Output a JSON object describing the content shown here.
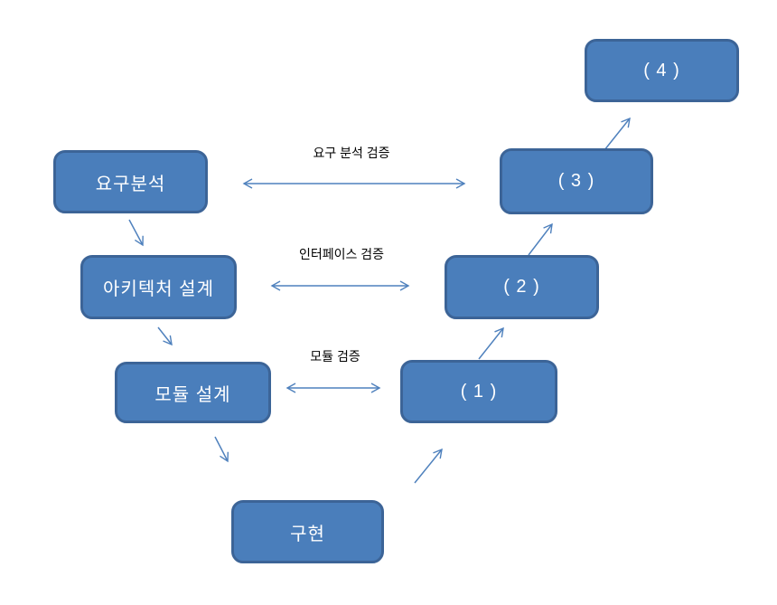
{
  "diagram": {
    "type": "v-model-verification-diagram",
    "phases": {
      "requirements": "요구분석",
      "architecture": "아키텍처 설계",
      "module_design": "모듈 설계",
      "implementation": "구현"
    },
    "test_levels": {
      "level1": "( 1 )",
      "level2": "( 2 )",
      "level3": "( 3 )",
      "level4": "( 4 )"
    },
    "verification_labels": {
      "requirements_verification": "요구 분석 검증",
      "interface_verification": "인터페이스 검증",
      "module_verification": "모듈 검증"
    },
    "colors": {
      "box_fill": "#4a7ebb",
      "box_border": "#3c6497",
      "arrow": "#4f81bd",
      "box_text": "#ffffff",
      "label_text": "#000000",
      "background": "#ffffff"
    }
  }
}
